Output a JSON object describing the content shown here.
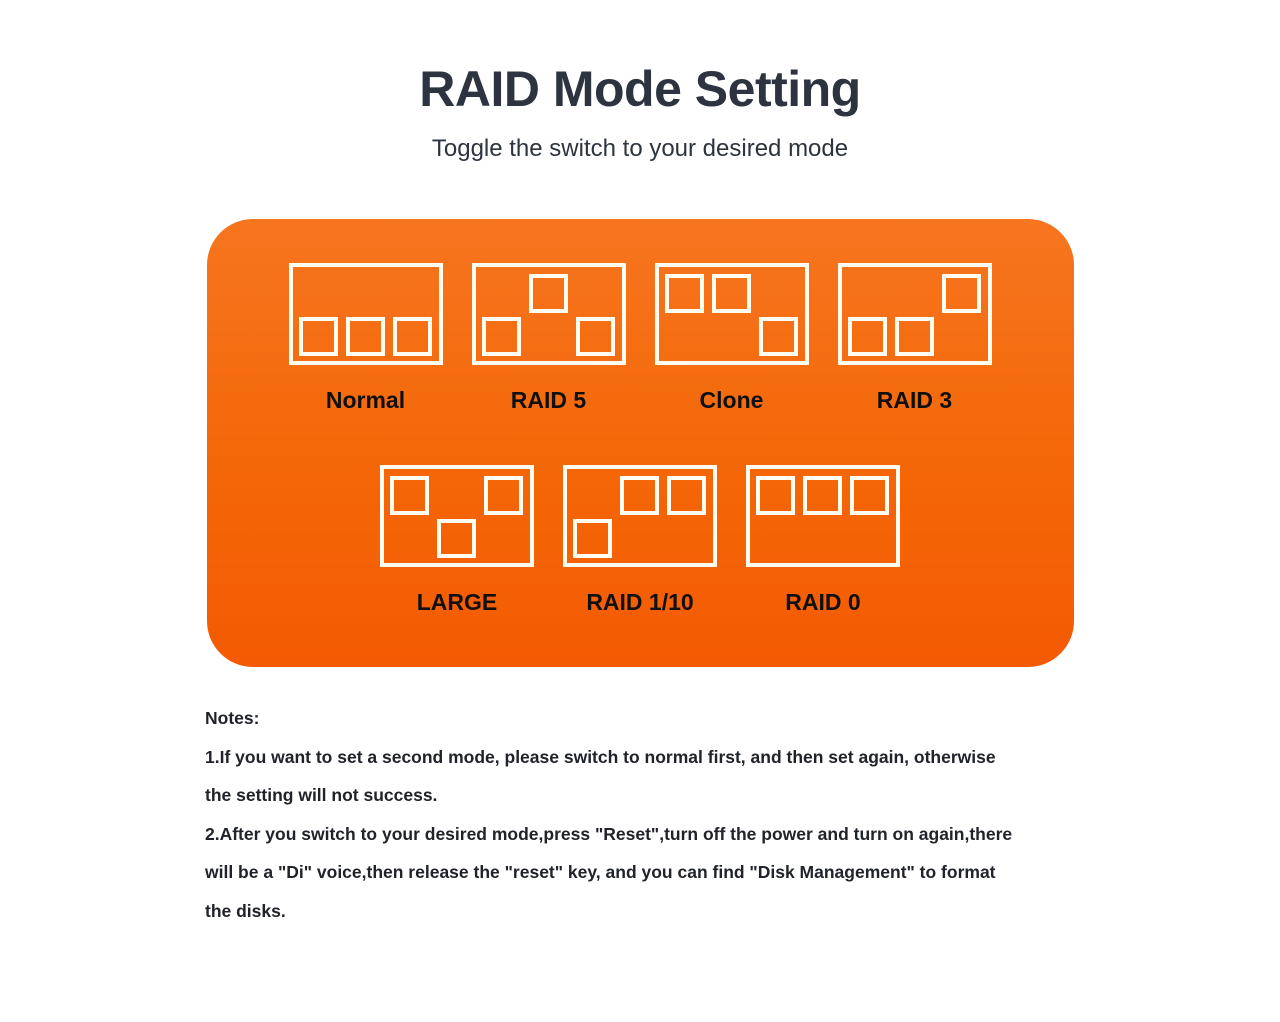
{
  "page": {
    "title": "RAID Mode Setting",
    "subtitle": "Toggle the switch to your desired mode"
  },
  "panel": {
    "background_top": "#F6751F",
    "background_bottom": "#F45A03",
    "line_color": "#FFFCF2"
  },
  "modes": [
    {
      "label": "Normal",
      "switches": [
        "down",
        "down",
        "down"
      ]
    },
    {
      "label": "RAID 5",
      "switches": [
        "down",
        "up",
        "down"
      ]
    },
    {
      "label": "Clone",
      "switches": [
        "up",
        "up",
        "down"
      ]
    },
    {
      "label": "RAID 3",
      "switches": [
        "down",
        "down",
        "up"
      ]
    },
    {
      "label": "LARGE",
      "switches": [
        "up",
        "down",
        "up"
      ]
    },
    {
      "label": "RAID 1/10",
      "switches": [
        "down",
        "up",
        "up"
      ]
    },
    {
      "label": "RAID 0",
      "switches": [
        "up",
        "up",
        "up"
      ]
    }
  ],
  "rows": [
    [
      0,
      1,
      2,
      3
    ],
    [
      4,
      5,
      6
    ]
  ],
  "notes": {
    "heading": "Notes:",
    "note1_lines": [
      "1.If you want to set a second mode, please switch to normal first, and then set again, otherwise",
      "the setting will not success."
    ],
    "note2_lines": [
      "2.After you switch to your desired mode,press \"Reset\",turn off the power and turn on again,there",
      "will be a \"Di\" voice,then release the \"reset\" key, and you can find \"Disk Management\" to format",
      "the disks."
    ]
  }
}
